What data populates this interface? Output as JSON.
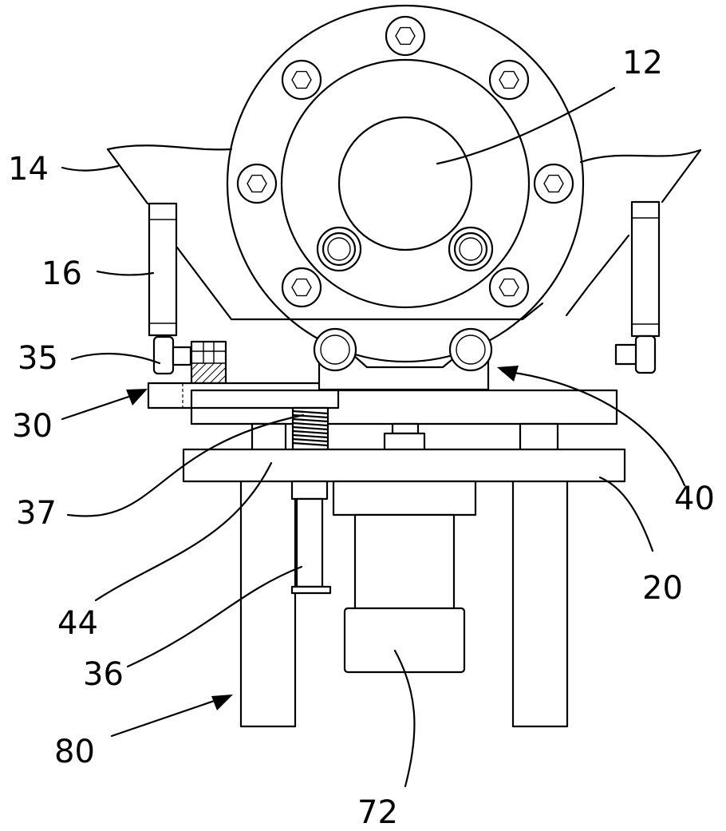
{
  "figure": {
    "labels": {
      "l12": "12",
      "l14": "14",
      "l16": "16",
      "l35": "35",
      "l30": "30",
      "l37": "37",
      "l44": "44",
      "l36": "36",
      "l80": "80",
      "l72": "72",
      "l40": "40",
      "l20": "20"
    }
  }
}
